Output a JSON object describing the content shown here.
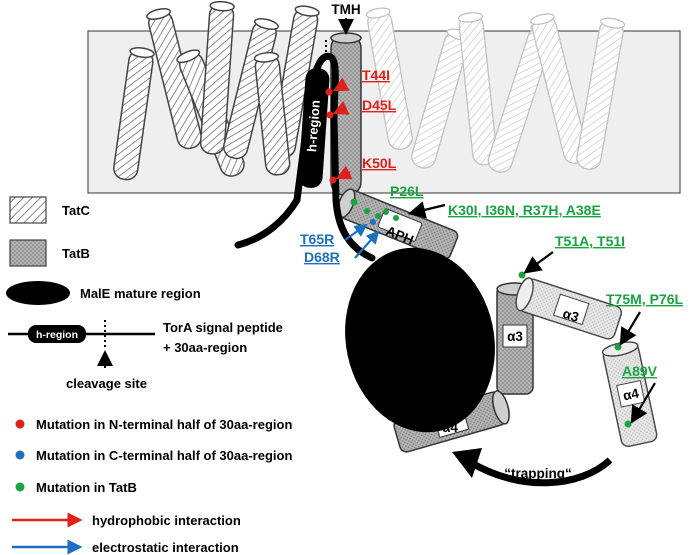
{
  "labels": {
    "tmh": "TMH",
    "h_region_vertical": "h-region",
    "aph": "APH",
    "alpha3_tatb": "α3",
    "alpha4_tatb": "α4",
    "alpha3_light": "α3",
    "alpha4_light": "α4",
    "trapping": "“trapping“"
  },
  "mutations": {
    "red": [
      "T44I",
      "D45L",
      "K50L"
    ],
    "green": [
      "P26L",
      "K30I, I36N, R37H, A38E",
      "T51A, T51I",
      "T75M, P76L",
      "A89V"
    ],
    "blue": [
      "T65R",
      "D68R"
    ]
  },
  "legend": {
    "tatc": "TatC",
    "tatb": "TatB",
    "male": "MalE mature region",
    "signal_h_region": "h-region",
    "signal_line1": "TorA signal peptide",
    "signal_line2": "+ 30aa-region",
    "cleavage": "cleavage site",
    "red_dot": "Mutation in N-terminal half of 30aa-region",
    "blue_dot": "Mutation in C-terminal half of 30aa-region",
    "green_dot": "Mutation in TatB",
    "red_arrow": "hydrophobic interaction",
    "blue_arrow": "electrostatic interaction"
  },
  "colors": {
    "red": "#e0201b",
    "green": "#19a342",
    "blue": "#1f6fbf",
    "membrane": "#efefef",
    "tatb_fill": "#a8a8a8",
    "light_fill": "#e2e2e2"
  }
}
